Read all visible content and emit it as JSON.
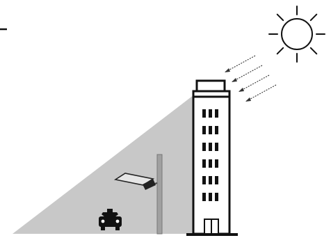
{
  "scene": {
    "background": "#ffffff",
    "ink": "#111111",
    "shadow_color": "#c8c8c8",
    "pole_color": "#a0a0a0",
    "panel_fill": "#e6e6e6",
    "sun_rays": 8,
    "building_floors": 6,
    "windows_per_floor": 3,
    "light_arrows": 4
  },
  "icons": {
    "sun": "sun-icon",
    "building": "building-icon",
    "street_light": "solar-street-light-icon",
    "taxi": "taxi-icon"
  }
}
